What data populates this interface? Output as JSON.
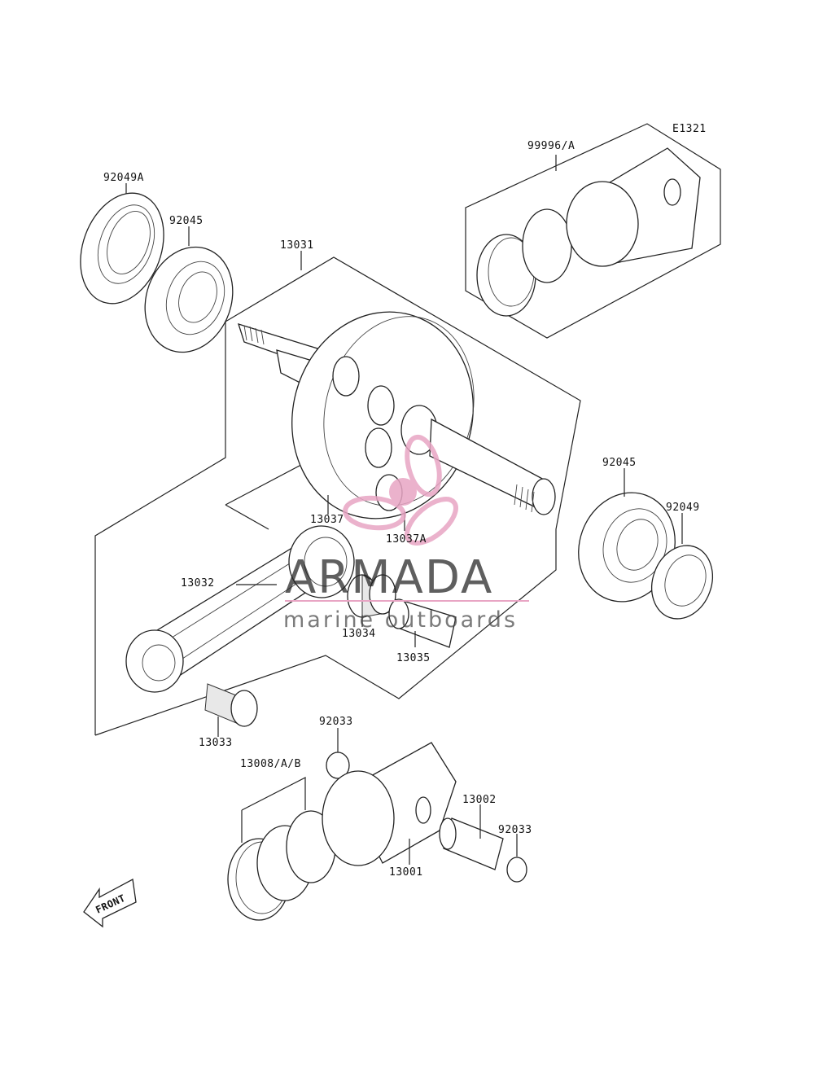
{
  "diagram_code": "E1321",
  "parts": {
    "p99996A": "99996/A",
    "p92049A": "92049A",
    "p92045_left": "92045",
    "p13031": "13031",
    "p92045_right": "92045",
    "p92049": "92049",
    "p13037": "13037",
    "p13037A": "13037A",
    "p13032": "13032",
    "p13034": "13034",
    "p13035": "13035",
    "p13033": "13033",
    "p92033_top": "92033",
    "p13008": "13008/A/B",
    "p13002": "13002",
    "p92033_right": "92033",
    "p13001": "13001"
  },
  "front_label": "FRONT",
  "watermark": {
    "title": "ARMADA",
    "subtitle": "marine outboards",
    "accent_color": "#e8a5c4"
  }
}
